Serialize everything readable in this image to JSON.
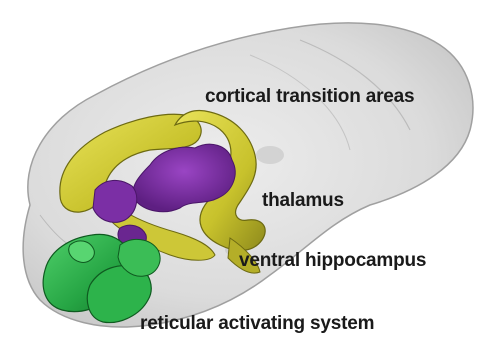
{
  "labels": {
    "cortical": "cortical transition areas",
    "thalamus": "thalamus",
    "hippocampus": "ventral hippocampus",
    "reticular": "reticular activating system"
  },
  "regions": [
    {
      "name": "cortical transition areas",
      "color": "#d8d23a"
    },
    {
      "name": "thalamus",
      "color": "#7a2fa0"
    },
    {
      "name": "ventral hippocampus",
      "color": "#e2dc3a"
    },
    {
      "name": "reticular activating system",
      "color": "#2fa84a"
    }
  ],
  "colors": {
    "brain_shell": "#c9c9c9",
    "brain_outline": "#9a9a9a",
    "background": "#ffffff"
  }
}
